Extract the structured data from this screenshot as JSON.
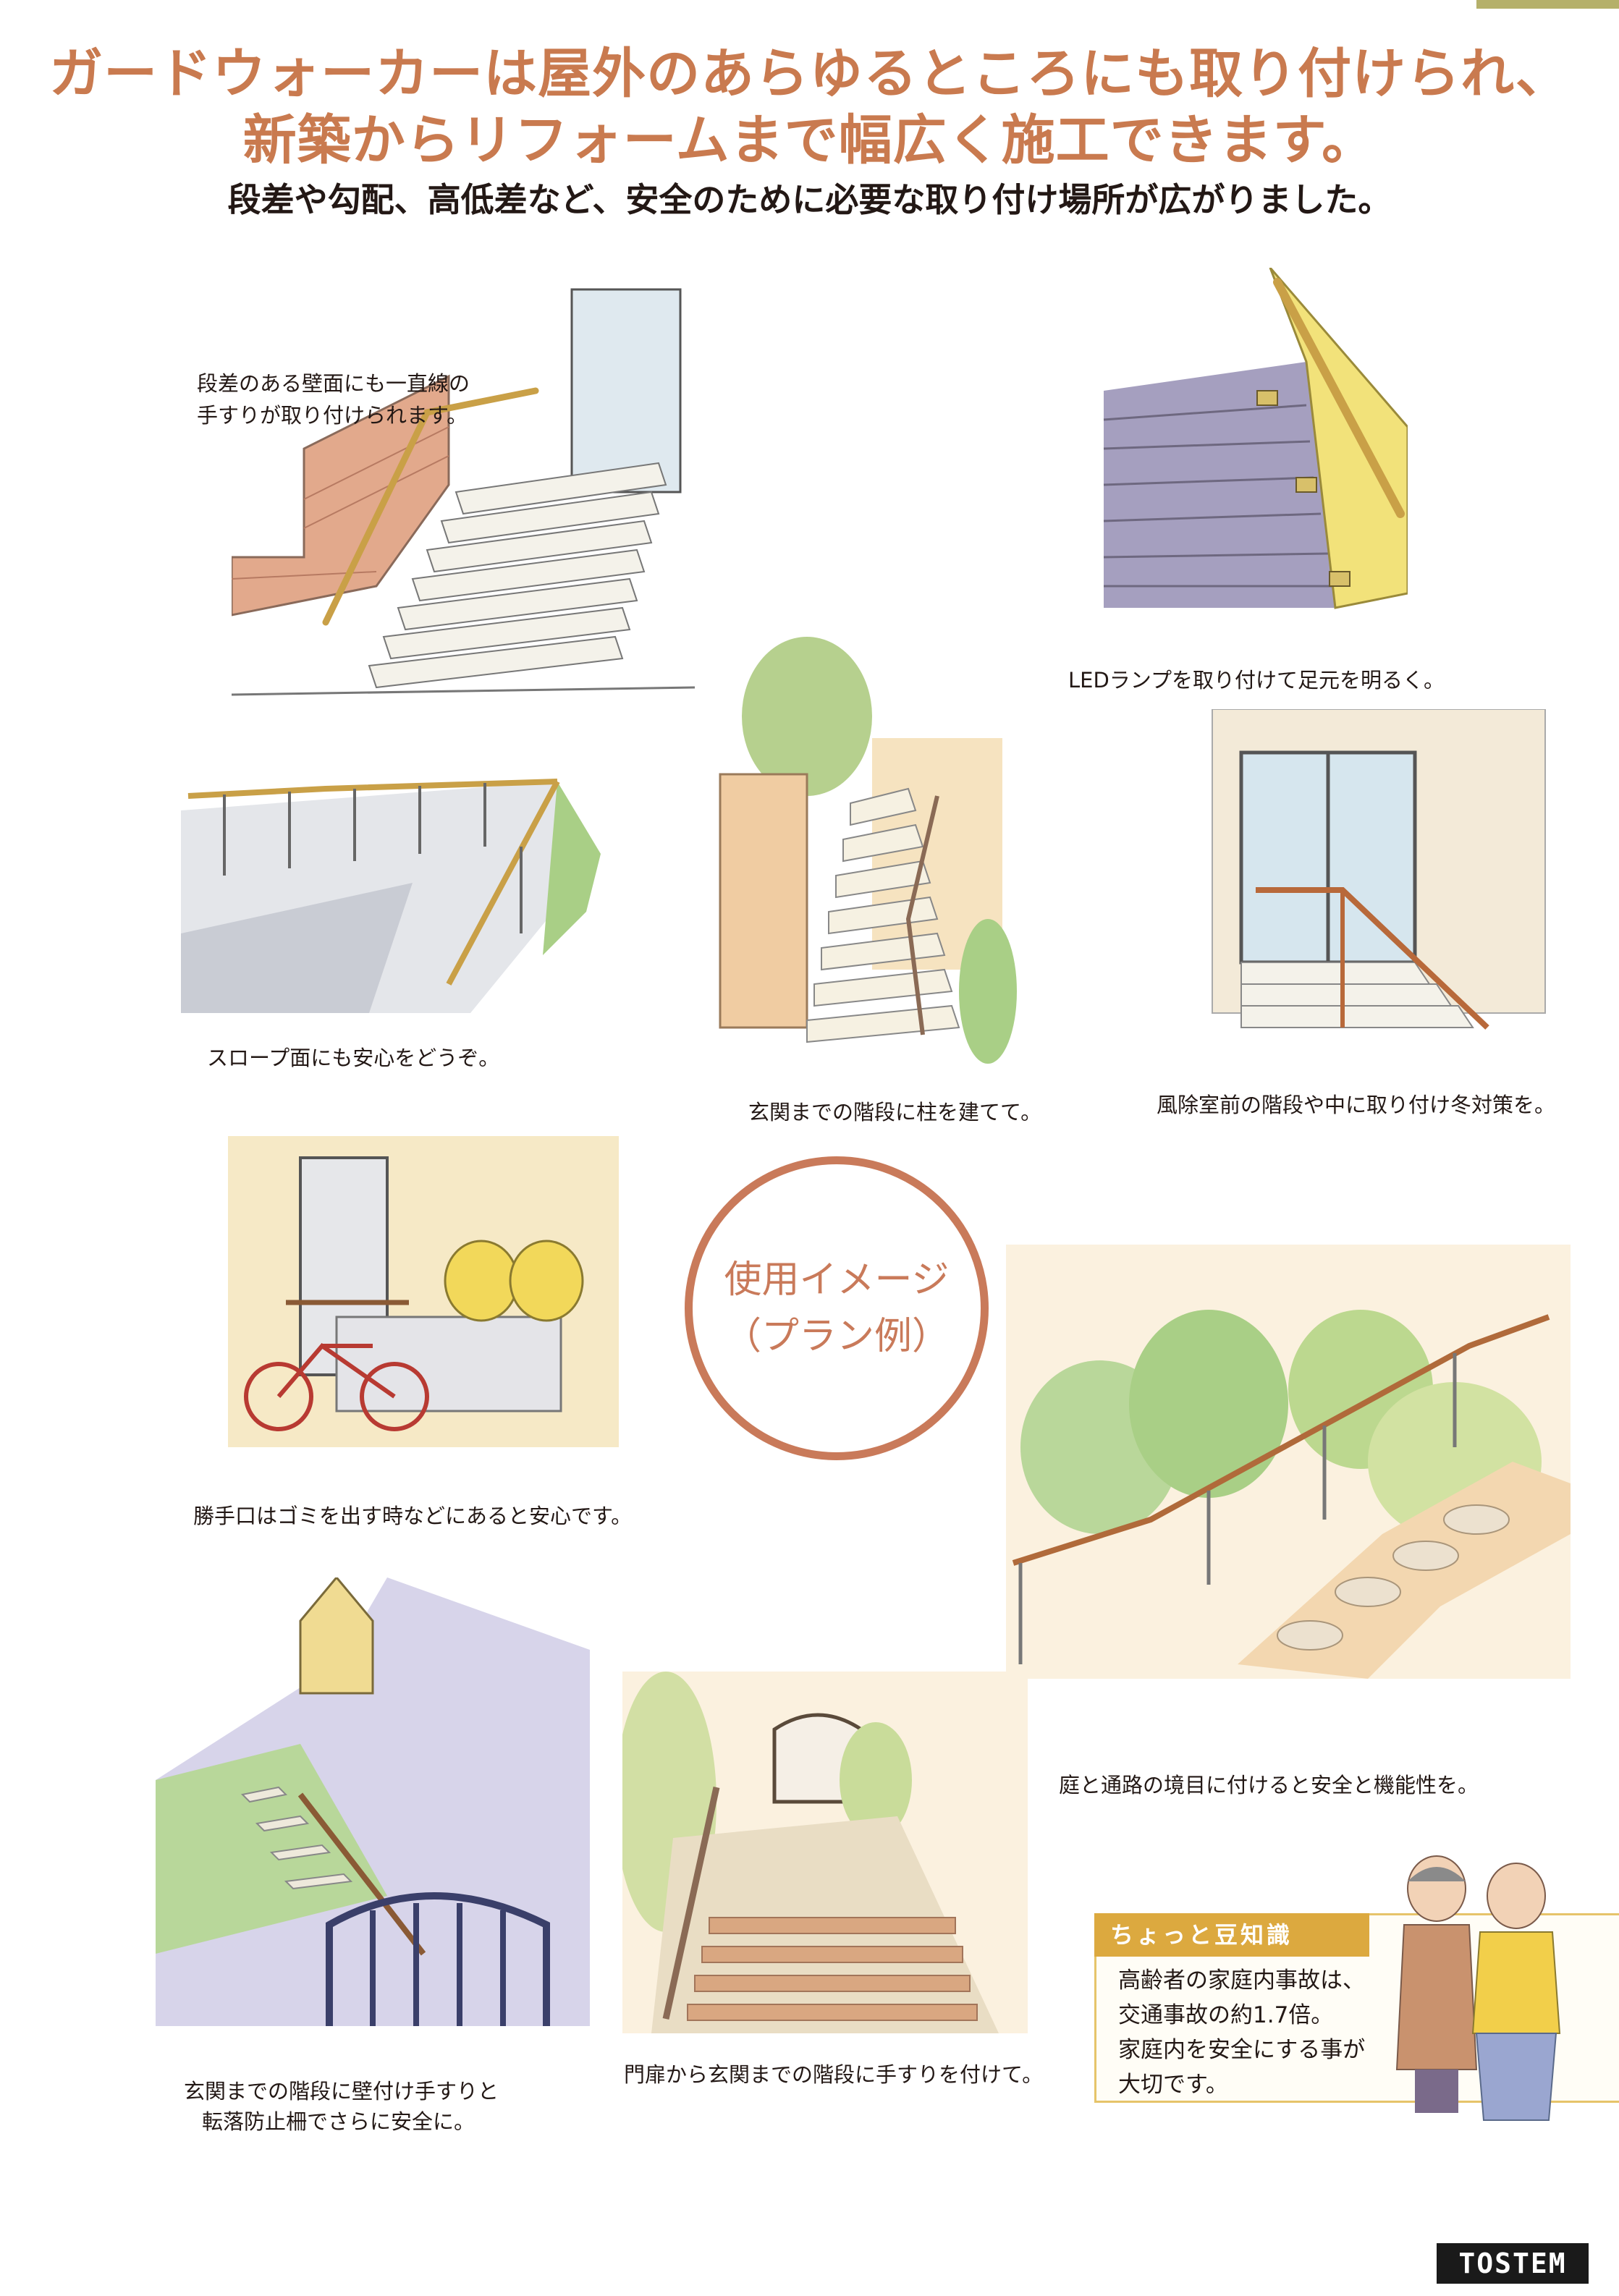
{
  "headline": {
    "line1": "ガードウォーカーは屋外のあらゆるところにも取り付けられ、",
    "line2": "新築からリフォームまで幅広く施工できます。"
  },
  "subhead": "段差や勾配、高低差など、安全のために必要な取り付け場所が広がりました。",
  "captions": {
    "wall_line1": "段差のある壁面にも一直線の",
    "wall_line2": "手すりが取り付けられます。",
    "led": "LEDランプを取り付けて足元を明るく。",
    "slope": "スロープ面にも安心をどうぞ。",
    "entrance_post": "玄関までの階段に柱を建てて。",
    "windbreak": "風除室前の階段や中に取り付け冬対策を。",
    "backdoor": "勝手口はゴミを出す時などにあると安心です。",
    "garden": "庭と通路の境目に付けると安全と機能性を。",
    "fall_line1": "玄関までの階段に壁付け手すりと",
    "fall_line2": "転落防止柵でさらに安全に。",
    "gate": "門扉から玄関までの階段に手すりを付けて。"
  },
  "center_badge": {
    "line1": "使用イメージ",
    "line2": "（プラン例）"
  },
  "tip": {
    "title": "ちょっと豆知識",
    "line1": "高齢者の家庭内事故は、",
    "line2": "交通事故の約1.7倍。",
    "line3": "家庭内を安全にする事が",
    "line4": "大切です。"
  },
  "logo": "TOSTEM"
}
